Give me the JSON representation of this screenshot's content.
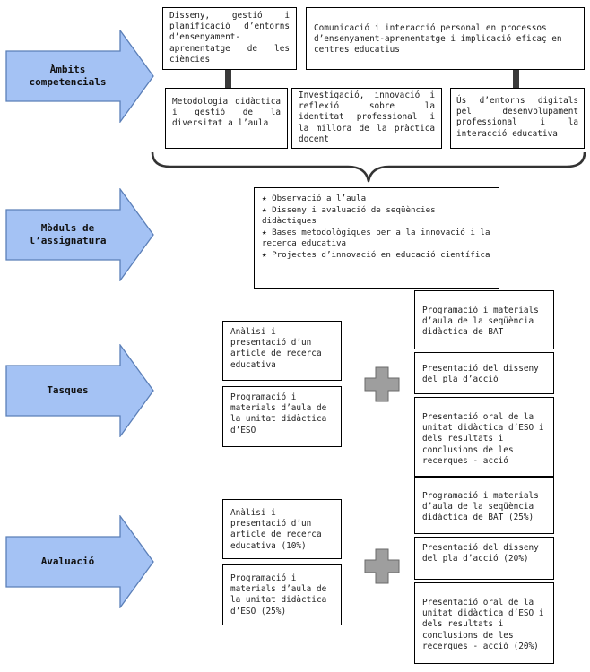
{
  "rows": {
    "ambits": {
      "label": "Àmbits\ncompetencials"
    },
    "moduls": {
      "label": "Mòduls de\nl’assignatura"
    },
    "tasques": {
      "label": "Tasques"
    },
    "avaluacio": {
      "label": "Avaluació"
    }
  },
  "ambits_boxes": {
    "b1": "Disseny, gestió i planificació d’entorns d’ensenyament-aprenentatge de les ciències",
    "b2": "Comunicació i interacció personal en processos d’ensenyament-aprenentatge i implicació eficaç en centres educatius",
    "b3": "Metodologia didàctica i gestió de la diversitat a l’aula",
    "b4": "Investigació, innovació i reflexió sobre la identitat professional i la millora de la pràctica docent",
    "b5": "Ús d’entorns digitals pel desenvolupament professional i la interacció educativa"
  },
  "moduls": {
    "bullet": "★",
    "items": [
      "Observació a l’aula",
      "Disseny i avaluació de seqüències didàctiques",
      "Bases metodològiques per a la innovació i la recerca educativa",
      "Projectes d’innovació en educació científica"
    ]
  },
  "tasques": {
    "left": [
      "Anàlisi i presentació d’un article de recerca educativa",
      "Programació i materials d’aula de la unitat didàctica d’ESO"
    ],
    "right": [
      "Programació i materials d’aula de la seqüència didàctica de BAT",
      "Presentació del disseny del pla d’acció",
      "Presentació oral de la unitat didàctica d’ESO i dels resultats i conclusions de les recerques - acció"
    ]
  },
  "avaluacio": {
    "left": [
      "Anàlisi i presentació d’un article de recerca educativa (10%)",
      "Programació i materials d’aula de la unitat didàctica d’ESO (25%)"
    ],
    "right": [
      "Programació i materials d’aula de la seqüència didàctica de BAT (25%)",
      "Presentació del disseny del pla d’acció (20%)",
      "Presentació oral de la unitat didàctica d’ESO i dels resultats i conclusions de les recerques - acció (20%)"
    ]
  },
  "colors": {
    "arrow_fill": "#a4c2f4",
    "arrow_stroke": "#5b7fb8",
    "plus_fill": "#9e9e9e",
    "connector": "#3a3a3a"
  }
}
